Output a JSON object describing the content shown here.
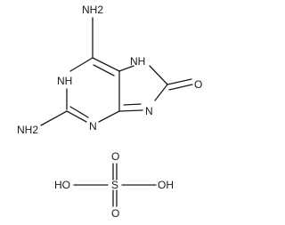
{
  "molecule": {
    "labels": {
      "nh2_top": "NH2",
      "nh2_left": "NH2",
      "nh_ring": "NH",
      "nh_imidazole": "NH",
      "oxo": "O",
      "n_imine": "N",
      "n_pyrimidine": "N"
    }
  },
  "sulfate": {
    "labels": {
      "s": "S",
      "oh_left": "HO",
      "oh_right": "OH",
      "o_top": "O",
      "o_bottom": "O"
    }
  }
}
